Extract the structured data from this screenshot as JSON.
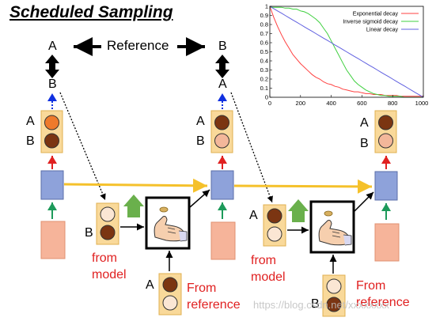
{
  "title": "Scheduled Sampling",
  "reference_label": "Reference",
  "letter_a": "A",
  "letter_b": "B",
  "from_model_line1": "from",
  "from_model_line2": "model",
  "from_reference_line1": "From",
  "from_reference_line2": "reference",
  "watermark": "https://blog.csdn.net/xxxxxxxx",
  "colors": {
    "rnn_block": "#8ea2da",
    "input_block": "#f6b49a",
    "token_box": "#f9d99a",
    "circle_dark": "#7b3512",
    "circle_orange": "#ee7a2c",
    "circle_light": "#f3b79a",
    "circle_pale": "#fbe6d4",
    "state_arrow": "#f5c12b",
    "red_arrow": "#e02020",
    "green_arrow": "#1d9a5a",
    "dotted_blue": "#1030e0",
    "up_arrow_green": "#6ab04c",
    "text_red": "#e02020"
  },
  "chart_data": {
    "type": "line",
    "title": "",
    "xlabel": "",
    "ylabel": "",
    "xlim": [
      0,
      1000
    ],
    "ylim": [
      0,
      1
    ],
    "xticks": [
      0,
      200,
      400,
      600,
      800,
      1000
    ],
    "yticks": [
      0,
      0.1,
      0.2,
      0.3,
      0.4,
      0.5,
      0.6,
      0.7,
      0.8,
      0.9,
      1
    ],
    "ytick_labels": [
      "0",
      "0.1",
      "0.2",
      "0.3",
      "0.4",
      "0.5",
      "0.6",
      "0.7",
      "0.8",
      "0.9",
      "1"
    ],
    "grid": false,
    "legend": "top-right",
    "x": [
      0,
      25,
      50,
      75,
      100,
      125,
      150,
      175,
      200,
      225,
      250,
      275,
      300,
      325,
      350,
      375,
      400,
      425,
      450,
      475,
      500,
      525,
      550,
      575,
      600,
      625,
      650,
      675,
      700,
      725,
      750,
      775,
      800,
      825,
      850,
      875,
      900,
      925,
      950,
      975,
      1000
    ],
    "series": [
      {
        "name": "Exponential decay",
        "color": "#ff4040",
        "values": [
          1.0,
          0.88,
          0.78,
          0.69,
          0.61,
          0.54,
          0.47,
          0.42,
          0.37,
          0.33,
          0.29,
          0.25,
          0.22,
          0.2,
          0.17,
          0.15,
          0.14,
          0.12,
          0.11,
          0.09,
          0.08,
          0.07,
          0.06,
          0.06,
          0.05,
          0.04,
          0.04,
          0.03,
          0.03,
          0.03,
          0.02,
          0.02,
          0.02,
          0.02,
          0.01,
          0.01,
          0.01,
          0.01,
          0.01,
          0.01,
          0.01
        ]
      },
      {
        "name": "Inverse sigmoid decay",
        "color": "#40d040",
        "values": [
          0.99,
          0.99,
          0.99,
          0.99,
          0.98,
          0.98,
          0.97,
          0.97,
          0.95,
          0.94,
          0.92,
          0.89,
          0.86,
          0.82,
          0.76,
          0.7,
          0.62,
          0.54,
          0.46,
          0.38,
          0.3,
          0.24,
          0.18,
          0.14,
          0.11,
          0.08,
          0.06,
          0.04,
          0.03,
          0.02,
          0.02,
          0.01,
          0.01,
          0.01,
          0.01,
          0.0,
          0.0,
          0.0,
          0.0,
          0.0,
          0.0
        ]
      },
      {
        "name": "Linear decay",
        "color": "#6060e0",
        "values": [
          1.0,
          0.975,
          0.95,
          0.925,
          0.9,
          0.875,
          0.85,
          0.825,
          0.8,
          0.775,
          0.75,
          0.725,
          0.7,
          0.675,
          0.65,
          0.625,
          0.6,
          0.575,
          0.55,
          0.525,
          0.5,
          0.475,
          0.45,
          0.425,
          0.4,
          0.375,
          0.35,
          0.325,
          0.3,
          0.275,
          0.25,
          0.225,
          0.2,
          0.175,
          0.15,
          0.125,
          0.1,
          0.075,
          0.05,
          0.025,
          0.0
        ]
      }
    ]
  }
}
